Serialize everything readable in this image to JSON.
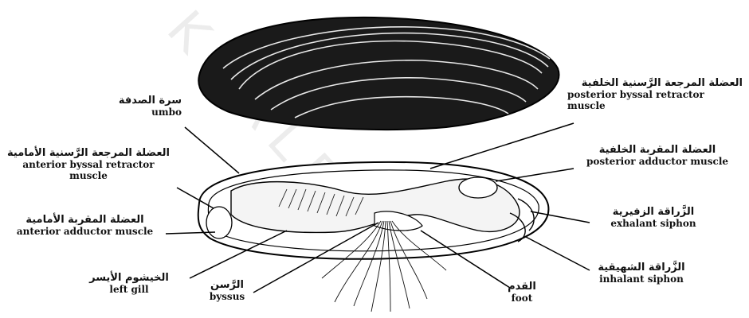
{
  "labels": {
    "umbo": {
      "ar": "سرة الصدفة",
      "en": "umbo"
    },
    "anterior_byssal_retractor": {
      "ar": "العضلة المرجعة الرَّسنية الأمامية",
      "en_line1": "anterior byssal retractor",
      "en_line2": "muscle"
    },
    "anterior_adductor": {
      "ar": "العضلة المقربة الأمامية",
      "en": "anterior adductor muscle"
    },
    "left_gill": {
      "ar": "الخيشوم الأيسر",
      "en": "left gill"
    },
    "byssus": {
      "ar": "الرَّسن",
      "en": "byssus"
    },
    "posterior_byssal_retractor": {
      "ar": "العضلة المرجعة الرَّسنية الخلفية",
      "en_line1": "posterior byssal retractor",
      "en_line2": "muscle"
    },
    "posterior_adductor": {
      "ar": "العضلة المقربة الخلفية",
      "en": "posterior adductor muscle"
    },
    "exhalant_siphon": {
      "ar": "الزَّراقة الزفيرية",
      "en": "exhalant siphon"
    },
    "inhalant_siphon": {
      "ar": "الزَّراقة الشهيقية",
      "en": "inhalant siphon"
    },
    "foot": {
      "ar": "القدم",
      "en": "foot"
    }
  },
  "watermark": "KHALED",
  "colors": {
    "ink": "#111111",
    "paper": "#ffffff"
  }
}
